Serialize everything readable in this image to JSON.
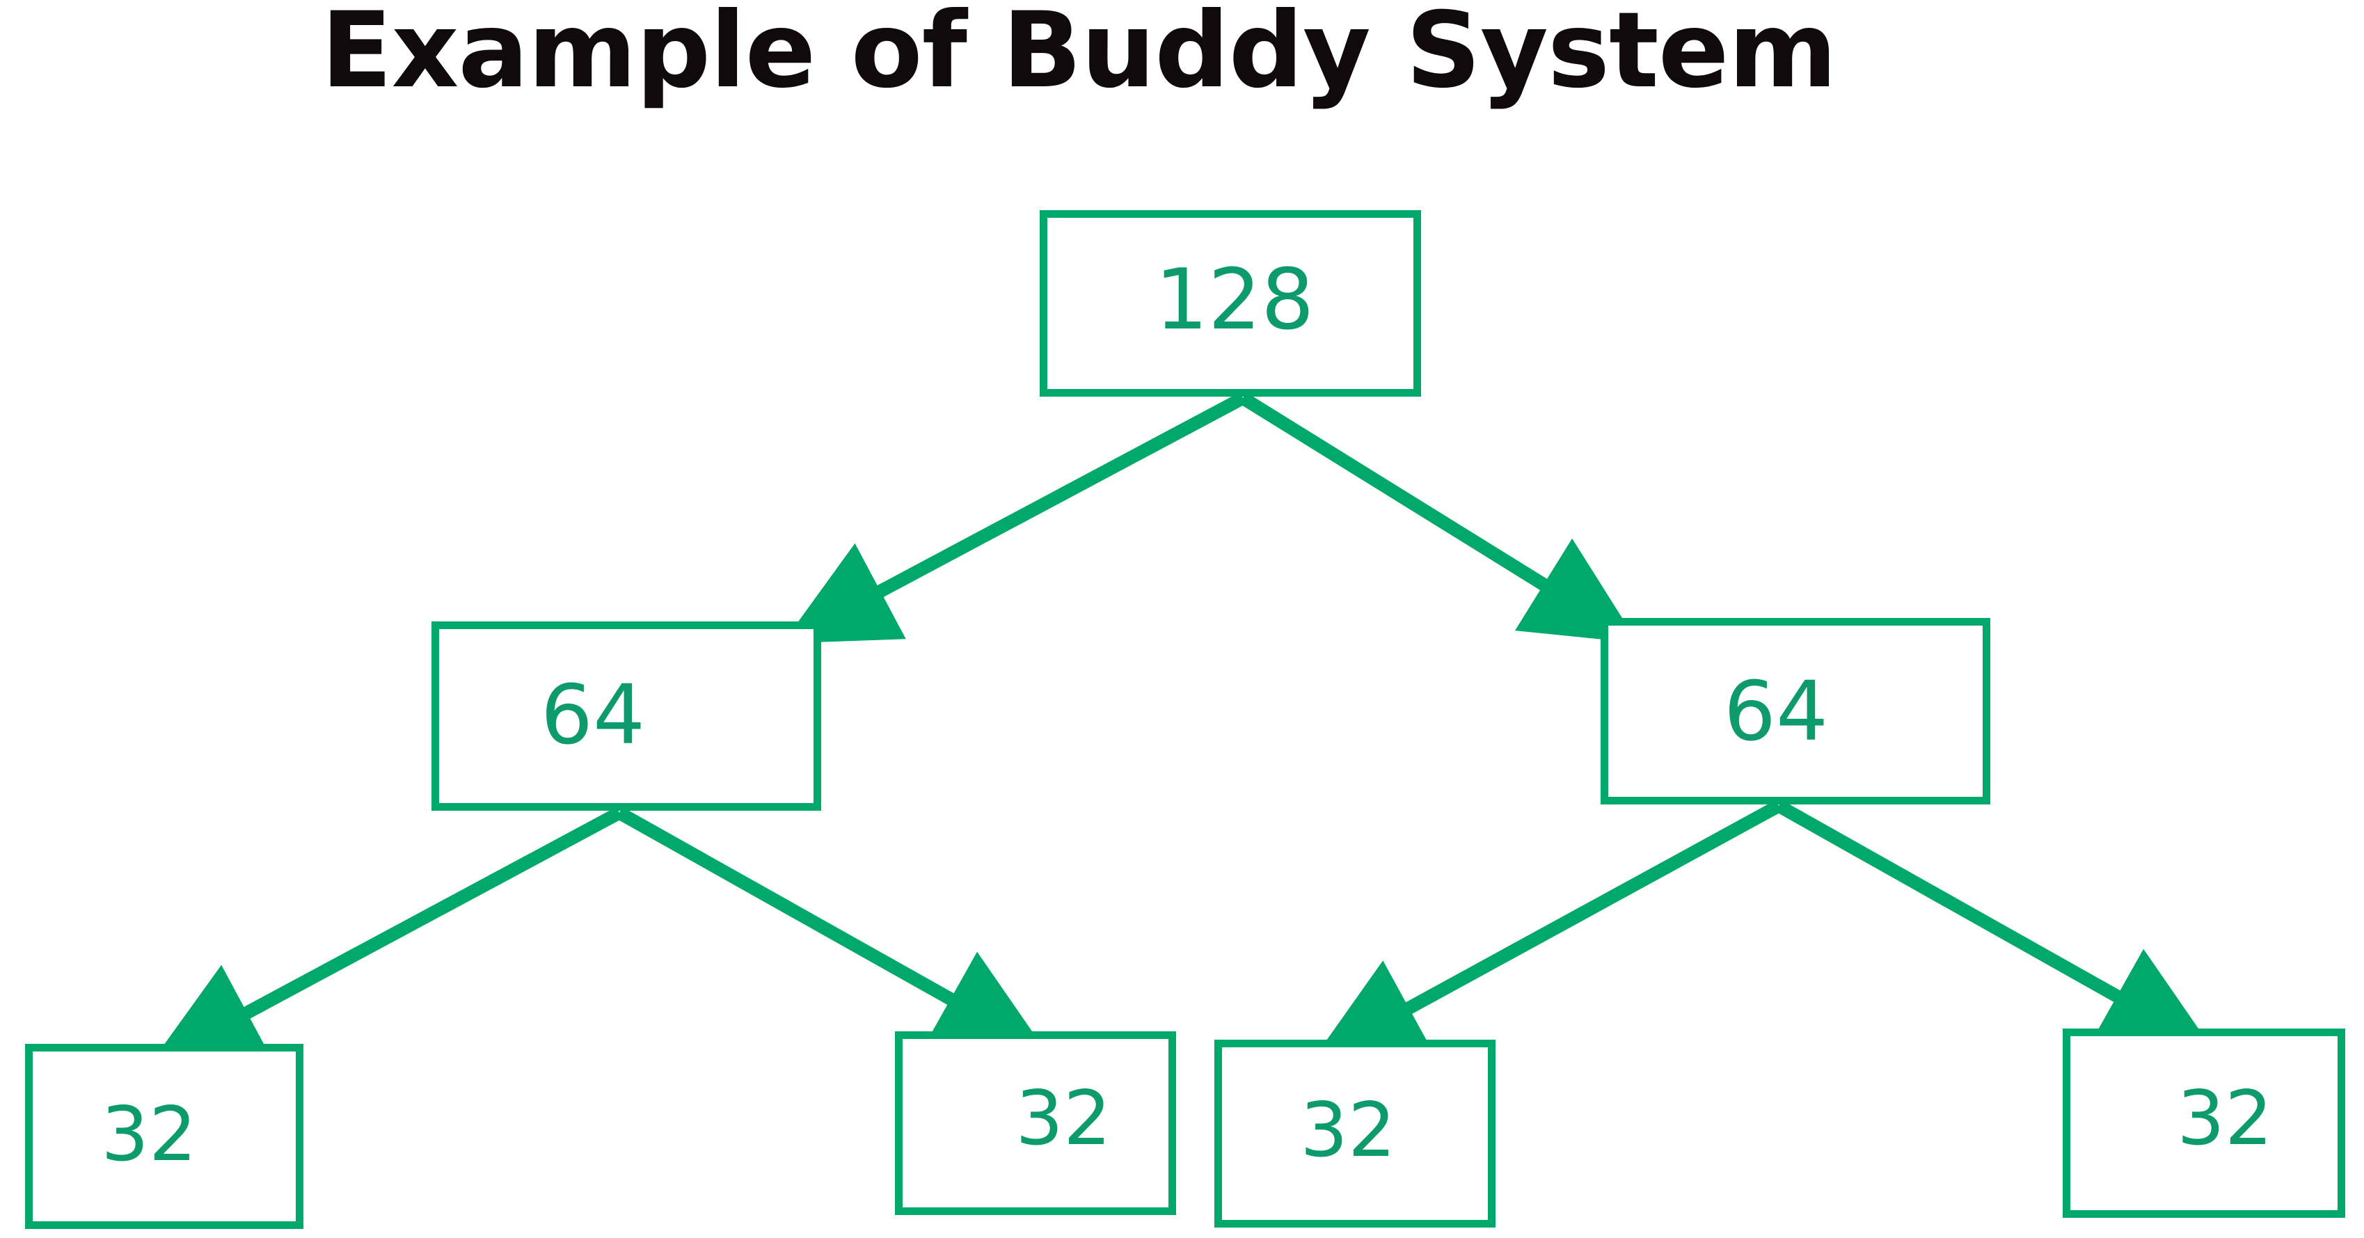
{
  "page": {
    "title": "Example of Buddy System",
    "background_color": "#ffffff"
  },
  "theme": {
    "node_border_color": "#00a86b",
    "node_fill_color": "#ffffff",
    "node_text_color": "#0d9b6e",
    "edge_color": "#00a86b",
    "title_color": "#100a0c"
  },
  "diagram": {
    "type": "binary-tree",
    "description": "Buddy system memory allocation tree: a 128 block split into two 64 blocks, each split into two 32 blocks.",
    "nodes": [
      {
        "id": "root",
        "label": "128",
        "level": 0
      },
      {
        "id": "l64",
        "label": "64",
        "level": 1
      },
      {
        "id": "r64",
        "label": "64",
        "level": 1
      },
      {
        "id": "l32a",
        "label": "32",
        "level": 2
      },
      {
        "id": "l32b",
        "label": "32",
        "level": 2
      },
      {
        "id": "r32a",
        "label": "32",
        "level": 2
      },
      {
        "id": "r32b",
        "label": "32",
        "level": 2
      }
    ],
    "edges": [
      {
        "from": "root",
        "to": "l64",
        "arrow": "to"
      },
      {
        "from": "root",
        "to": "r64",
        "arrow": "to"
      },
      {
        "from": "l64",
        "to": "l32a",
        "arrow": "to"
      },
      {
        "from": "l64",
        "to": "l32b",
        "arrow": "to"
      },
      {
        "from": "r64",
        "to": "r32a",
        "arrow": "to"
      },
      {
        "from": "r64",
        "to": "r32b",
        "arrow": "to"
      }
    ]
  }
}
